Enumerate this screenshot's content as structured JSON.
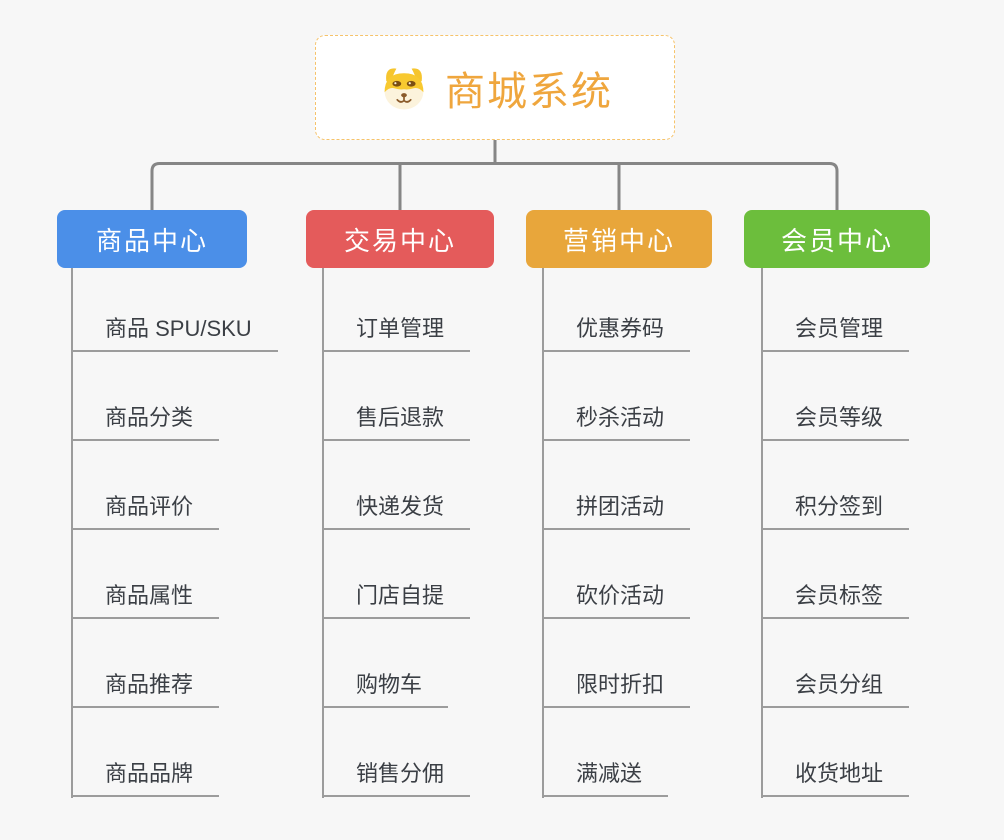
{
  "root": {
    "title": "商城系统",
    "icon": "doge-icon",
    "accent_color": "#efa63d",
    "border_color": "#f6c36a"
  },
  "branches": [
    {
      "label": "商品中心",
      "color": "#4b8fe8",
      "children": [
        "商品 SPU/SKU",
        "商品分类",
        "商品评价",
        "商品属性",
        "商品推荐",
        "商品品牌"
      ]
    },
    {
      "label": "交易中心",
      "color": "#e45b5b",
      "children": [
        "订单管理",
        "售后退款",
        "快递发货",
        "门店自提",
        "购物车",
        "销售分佣"
      ]
    },
    {
      "label": "营销中心",
      "color": "#e8a63b",
      "children": [
        "优惠券码",
        "秒杀活动",
        "拼团活动",
        "砍价活动",
        "限时折扣",
        "满减送"
      ]
    },
    {
      "label": "会员中心",
      "color": "#6cbe3c",
      "children": [
        "会员管理",
        "会员等级",
        "积分签到",
        "会员标签",
        "会员分组",
        "收货地址"
      ]
    }
  ],
  "palette": {
    "background": "#f7f7f7",
    "connector_color": "#868686",
    "child_line_color": "#9c9c9c",
    "child_text_color": "#3b3f45"
  }
}
